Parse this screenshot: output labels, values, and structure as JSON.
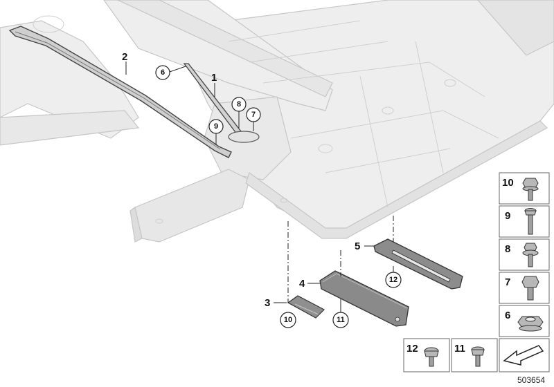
{
  "document_id": "503654",
  "callouts": [
    {
      "id": "1",
      "circled": false
    },
    {
      "id": "2",
      "circled": false
    },
    {
      "id": "3",
      "circled": false
    },
    {
      "id": "4",
      "circled": false
    },
    {
      "id": "5",
      "circled": false
    },
    {
      "id": "6",
      "circled": true
    },
    {
      "id": "7",
      "circled": true
    },
    {
      "id": "8",
      "circled": true
    },
    {
      "id": "9",
      "circled": true
    },
    {
      "id": "10",
      "circled": true
    },
    {
      "id": "11",
      "circled": true
    },
    {
      "id": "12",
      "circled": true
    }
  ],
  "legend_boxes": [
    {
      "id": "10",
      "part": "hex-flange-screw"
    },
    {
      "id": "9",
      "part": "torx-screw-long"
    },
    {
      "id": "8",
      "part": "hex-screw-washer"
    },
    {
      "id": "7",
      "part": "hex-bolt"
    },
    {
      "id": "6",
      "part": "hex-nut"
    },
    {
      "id": "12",
      "part": "torx-button-screw"
    },
    {
      "id": "11",
      "part": "torx-screw-short"
    }
  ],
  "colors": {
    "body_shell": "#ececec",
    "body_line": "#c4c4c4",
    "part_fill": "#8a8a8a",
    "part_line": "#3a3a3a",
    "frame": "#555555"
  }
}
